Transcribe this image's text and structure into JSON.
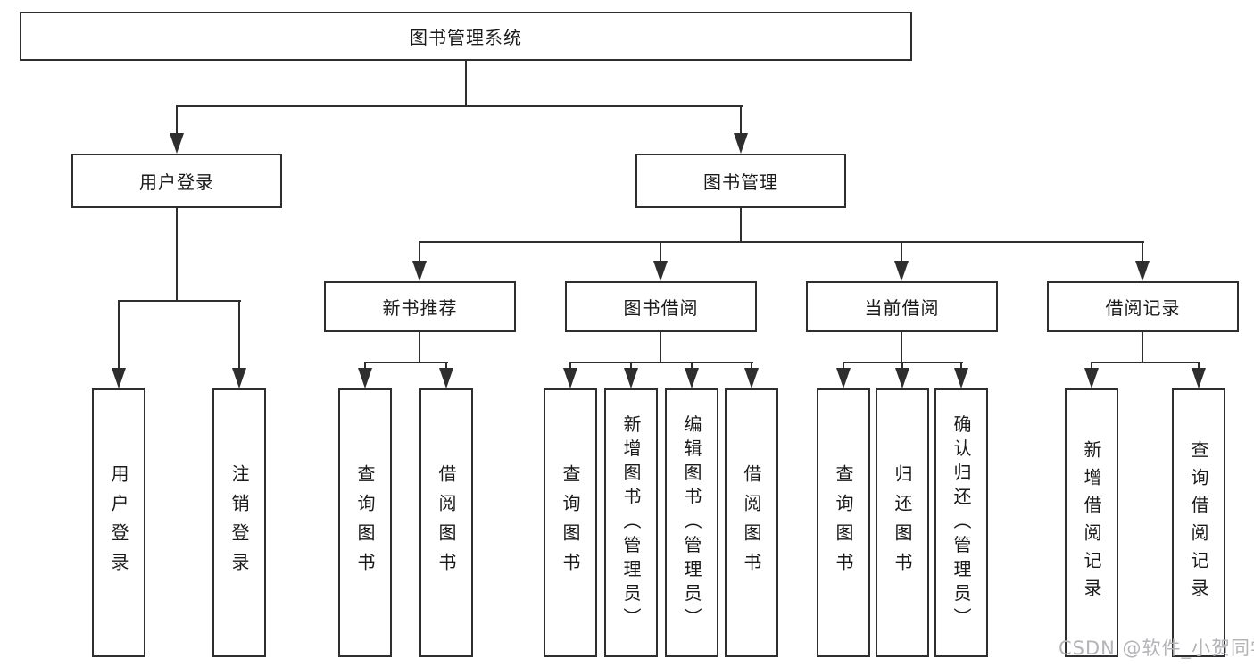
{
  "nodes": {
    "root": "图书管理系统",
    "user_login": "用户登录",
    "book_mgmt": "图书管理",
    "l3": [
      "新书推荐",
      "图书借阅",
      "当前借阅",
      "借阅记录"
    ],
    "user_leaves": [
      "用户登录",
      "注销登录"
    ],
    "newbook_leaves": [
      "查询图书",
      "借阅图书"
    ],
    "borrow_leaves": [
      "查询图书",
      "新增图书（管理员）",
      "编辑图书（管理员）",
      "借阅图书"
    ],
    "current_leaves": [
      "查询图书",
      "归还图书",
      "确认归还（管理员）"
    ],
    "record_leaves": [
      "新增借阅记录",
      "查询借阅记录"
    ]
  },
  "watermark": {
    "text": "CSDN @软件_小贺同学"
  },
  "colors": {
    "line": "#2e2e2e",
    "box_border": "#2e2e2e",
    "text": "#1a1a1a",
    "watermark": "#b4b4b8",
    "background": "#ffffff"
  }
}
